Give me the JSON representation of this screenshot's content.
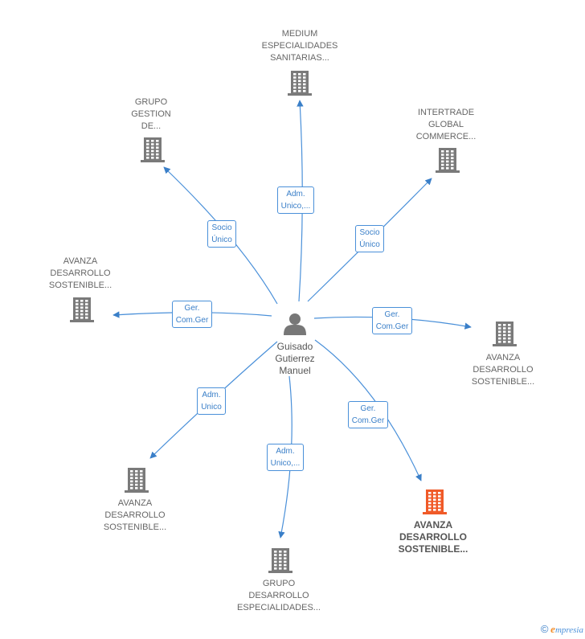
{
  "colors": {
    "edge": "#4a90d9",
    "building": "#7a7a7a",
    "building_highlight": "#f05a28",
    "person": "#777777"
  },
  "center": {
    "icon": "person-icon",
    "lines": [
      "Guisado",
      "Gutierrez",
      "Manuel"
    ]
  },
  "nodes": [
    {
      "id": "n1",
      "lines": [
        "MEDIUM",
        "ESPECIALIDADES",
        "SANITARIAS..."
      ],
      "icon": "building-icon",
      "highlight": false
    },
    {
      "id": "n2",
      "lines": [
        "GRUPO",
        "GESTION",
        "DE..."
      ],
      "icon": "building-icon",
      "highlight": false
    },
    {
      "id": "n3",
      "lines": [
        "INTERTRADE",
        "GLOBAL",
        "COMMERCE..."
      ],
      "icon": "building-icon",
      "highlight": false
    },
    {
      "id": "n4",
      "lines": [
        "AVANZA",
        "DESARROLLO",
        "SOSTENIBLE..."
      ],
      "icon": "building-icon",
      "highlight": false
    },
    {
      "id": "n5",
      "lines": [
        "AVANZA",
        "DESARROLLO",
        "SOSTENIBLE..."
      ],
      "icon": "building-icon",
      "highlight": false
    },
    {
      "id": "n6",
      "lines": [
        "AVANZA",
        "DESARROLLO",
        "SOSTENIBLE..."
      ],
      "icon": "building-icon",
      "highlight": false
    },
    {
      "id": "n7",
      "lines": [
        "GRUPO",
        "DESARROLLO",
        "ESPECIALIDADES..."
      ],
      "icon": "building-icon",
      "highlight": false
    },
    {
      "id": "n8",
      "lines": [
        "AVANZA",
        "DESARROLLO",
        "SOSTENIBLE..."
      ],
      "icon": "building-icon",
      "highlight": true
    }
  ],
  "edges": [
    {
      "to": "n1",
      "label": [
        "Adm.",
        "Unico,..."
      ]
    },
    {
      "to": "n2",
      "label": [
        "Socio",
        "Único"
      ]
    },
    {
      "to": "n3",
      "label": [
        "Socio",
        "Único"
      ]
    },
    {
      "to": "n4",
      "label": [
        "Ger.",
        "Com.Ger"
      ]
    },
    {
      "to": "n5",
      "label": [
        "Ger.",
        "Com.Ger"
      ]
    },
    {
      "to": "n6",
      "label": [
        "Adm.",
        "Unico"
      ]
    },
    {
      "to": "n7",
      "label": [
        "Adm.",
        "Unico,..."
      ]
    },
    {
      "to": "n8",
      "label": [
        "Ger.",
        "Com.Ger"
      ]
    }
  ],
  "footer": {
    "copyright": "©",
    "brand_initial": "e",
    "brand_rest": "mpresia"
  }
}
